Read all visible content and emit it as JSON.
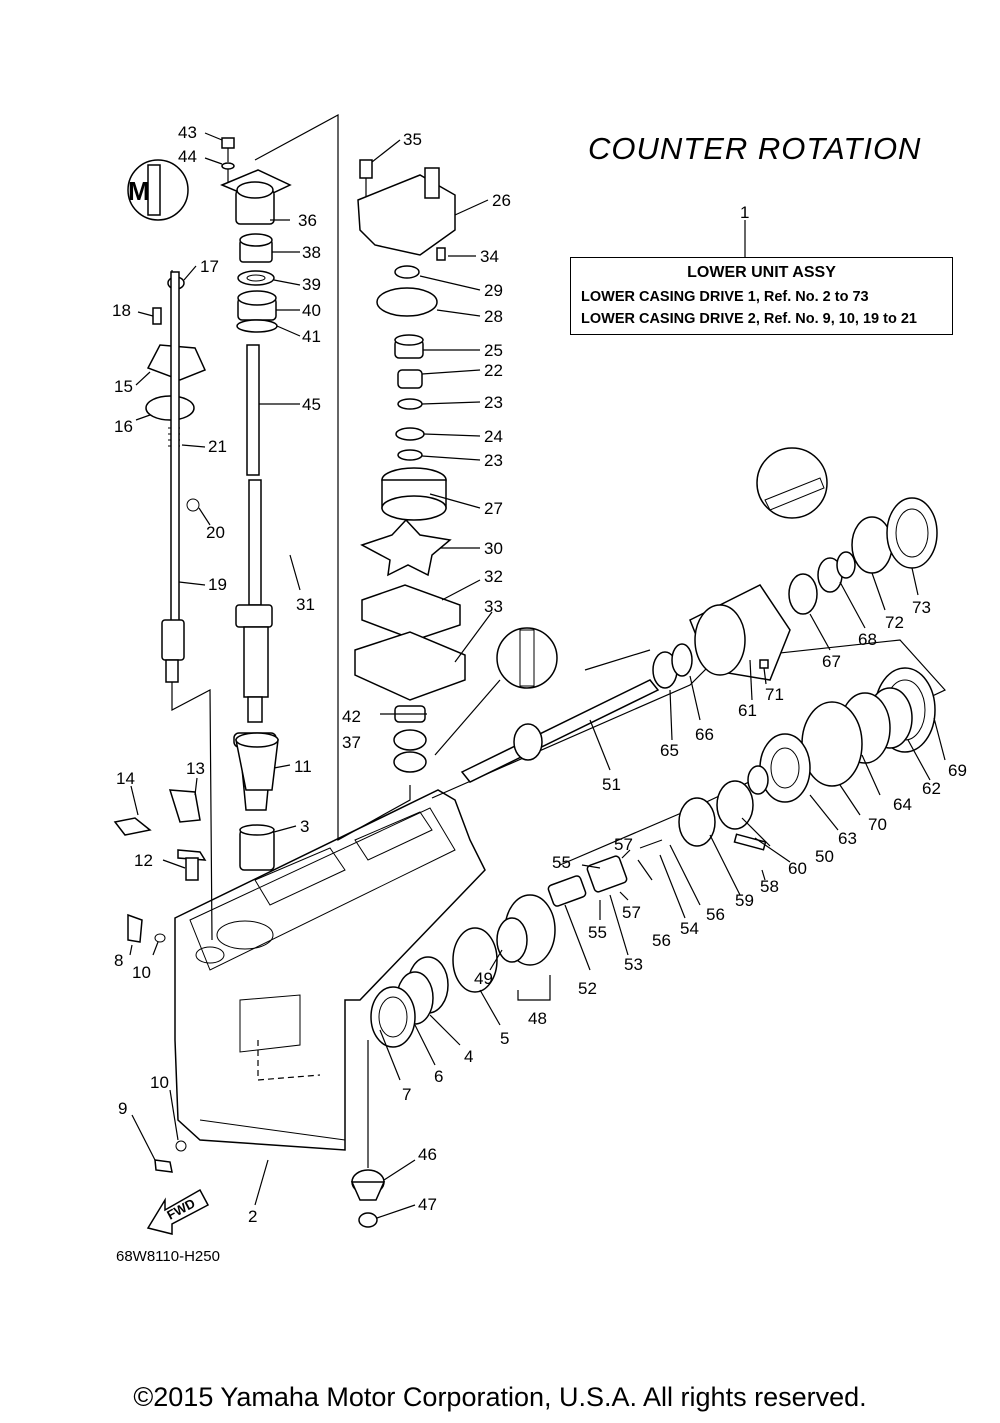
{
  "title": "COUNTER  ROTATION",
  "assembly_box": {
    "ref": "1",
    "heading": "LOWER UNIT ASSY",
    "lines": [
      "LOWER CASING DRIVE 1,  Ref. No. 2 to 73",
      "LOWER CASING DRIVE 2,  Ref. No. 9, 10, 19 to 21"
    ]
  },
  "callouts": [
    "43",
    "44",
    "35",
    "26",
    "36",
    "34",
    "17",
    "38",
    "39",
    "29",
    "40",
    "28",
    "18",
    "41",
    "25",
    "15",
    "22",
    "45",
    "23",
    "16",
    "24",
    "21",
    "23",
    "27",
    "20",
    "30",
    "19",
    "32",
    "31",
    "33",
    "72",
    "73",
    "67",
    "68",
    "71",
    "61",
    "66",
    "65",
    "51",
    "42",
    "37",
    "69",
    "62",
    "64",
    "70",
    "63",
    "11",
    "14",
    "13",
    "3",
    "50",
    "60",
    "57",
    "55",
    "12",
    "58",
    "59",
    "56",
    "54",
    "56",
    "57",
    "55",
    "8",
    "10",
    "53",
    "52",
    "49",
    "48",
    "7",
    "6",
    "4",
    "5",
    "10",
    "9",
    "46",
    "47",
    "2"
  ],
  "diagram_code": "68W8110-H250",
  "fwd_label": "FWD",
  "copyright": "©2015 Yamaha Motor Corporation, U.S.A. All rights reserved."
}
